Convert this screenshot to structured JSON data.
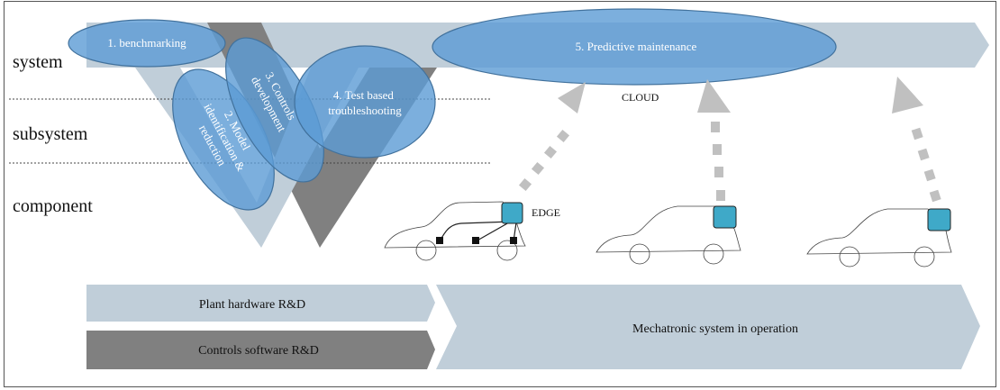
{
  "diagram": {
    "levels": [
      "system",
      "subsystem",
      "component"
    ],
    "phases": [
      {
        "label": "1. benchmarking"
      },
      {
        "label": [
          "2. Model",
          "identification &",
          "reduction"
        ]
      },
      {
        "label": [
          "3. Controls",
          "development"
        ]
      },
      {
        "label": [
          "4. Test based",
          "troubleshooting"
        ]
      },
      {
        "label": "5. Predictive maintenance"
      }
    ],
    "cloud_label": "CLOUD",
    "edge_label": "EDGE",
    "bottom_arrows": {
      "plant_hardware": "Plant hardware R&D",
      "controls_software": "Controls software R&D",
      "operation": "Mechatronic system in operation"
    },
    "colors": {
      "light_band": "#c0ced9",
      "dark_band": "#808080",
      "ellipse_fill": "#5b9bd5",
      "ellipse_stroke": "#41719c",
      "edge_box": "#3fa9c8",
      "upload_arrow": "#c0c0c0"
    }
  }
}
